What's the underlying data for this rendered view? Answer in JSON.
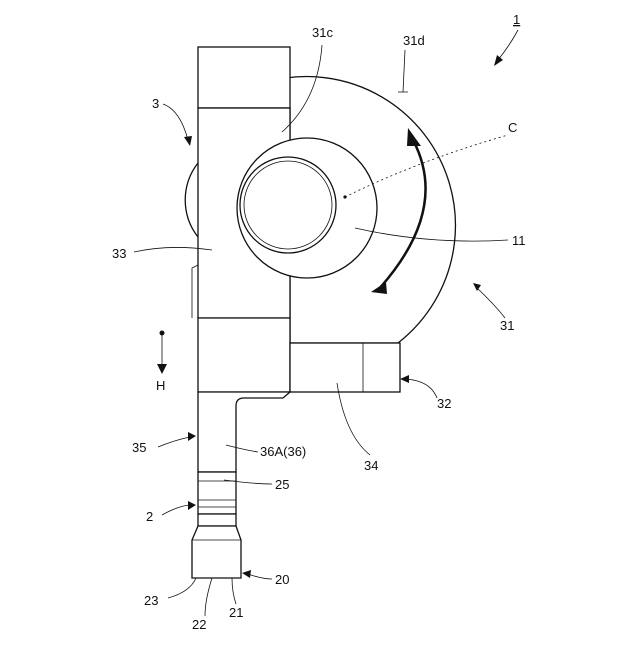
{
  "figure": {
    "labels": {
      "device": "1",
      "body": "3",
      "end_31c": "31c",
      "end_31d": "31d",
      "center": "C",
      "rotor": "11",
      "disk": "31",
      "arm": "32",
      "block": "33",
      "bar": "34",
      "edge": "35",
      "plate": "36A(36)",
      "neck": "25",
      "shaft": "2",
      "tip": "20",
      "tip_face": "21",
      "tip_bottom": "22",
      "tip_side": "23",
      "direction": "H"
    }
  }
}
